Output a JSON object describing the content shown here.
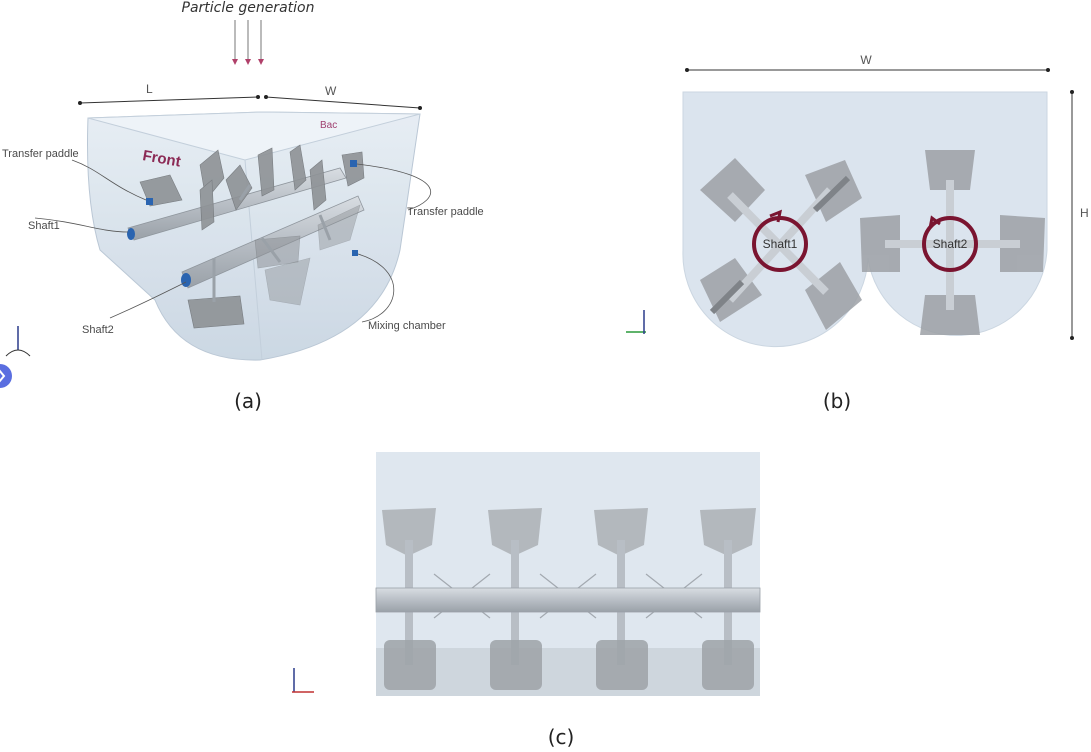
{
  "panel_a": {
    "title": "Particle generation",
    "dim_L": "L",
    "dim_W": "W",
    "front_label": "Front",
    "back_label": "Bac",
    "labels": {
      "transfer_paddle_left": "Transfer paddle",
      "transfer_paddle_right": "Transfer paddle",
      "shaft1": "Shaft1",
      "shaft2": "Shaft2",
      "mixing_chamber": "Mixing chamber"
    },
    "caption": "(a)"
  },
  "panel_b": {
    "dim_W": "W",
    "dim_H": "H",
    "shaft1": "Shaft1",
    "shaft2": "Shaft2",
    "caption": "(b)"
  },
  "panel_c": {
    "caption": "(c)"
  },
  "colors": {
    "chamber_fill": "#dce6ef",
    "paddle_gray": "#8e9296",
    "arrow_red": "#b0406a",
    "rotation_ring": "#7a1430",
    "marker_blue": "#2a64b0",
    "nav_button": "#5a6ee0"
  },
  "icons": {
    "axis_triad": "axis-triad-icon",
    "nav": "chevron-right-icon"
  }
}
